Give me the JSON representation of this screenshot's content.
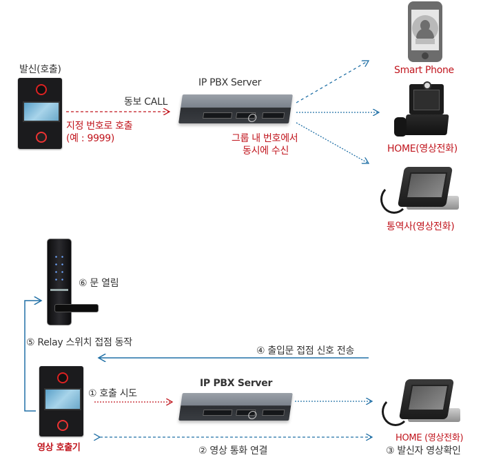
{
  "top_section": {
    "caller_label": "발신(호출)",
    "call_label": "동보 CALL",
    "call_note_line1": "지정 번호로 호출",
    "call_note_line2": "(예 : 9999)",
    "server_label": "IP PBX Server",
    "group_note_line1": "그룹 내 번호에서",
    "group_note_line2": "동시에 수신",
    "receivers": [
      {
        "label": "Smart Phone",
        "icon": "smartphone-icon"
      },
      {
        "label": "HOME(영상전화)",
        "icon": "video-phone-icon"
      },
      {
        "label": "통역사(영상전화)",
        "icon": "video-phone-icon"
      }
    ]
  },
  "bottom_section": {
    "step6": "⑥ 문 열림",
    "step5": "⑤ Relay 스위치 접점 동작",
    "step4": "④ 출입문 접점 신호 전송",
    "step1": "① 호출 시도",
    "server_label": "IP PBX Server",
    "step2": "② 영상 통화 연결",
    "intercom_label": "영상 호출기",
    "home_label": "HOME (영상전화)",
    "step3": "③ 발신자 영상확인"
  },
  "colors": {
    "accent_red": "#c0141c",
    "line_blue": "#1f6fa5",
    "text_dark": "#333333"
  }
}
